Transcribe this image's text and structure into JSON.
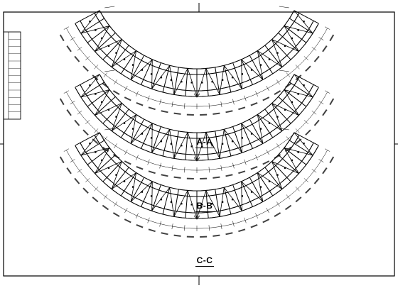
{
  "drawing": {
    "sections": [
      {
        "id": "section-a",
        "label": "A-A"
      },
      {
        "id": "section-b",
        "label": "B-B"
      },
      {
        "id": "section-c",
        "label": "C-C"
      }
    ],
    "colors": {
      "line": "#000000",
      "background": "#ffffff"
    }
  }
}
